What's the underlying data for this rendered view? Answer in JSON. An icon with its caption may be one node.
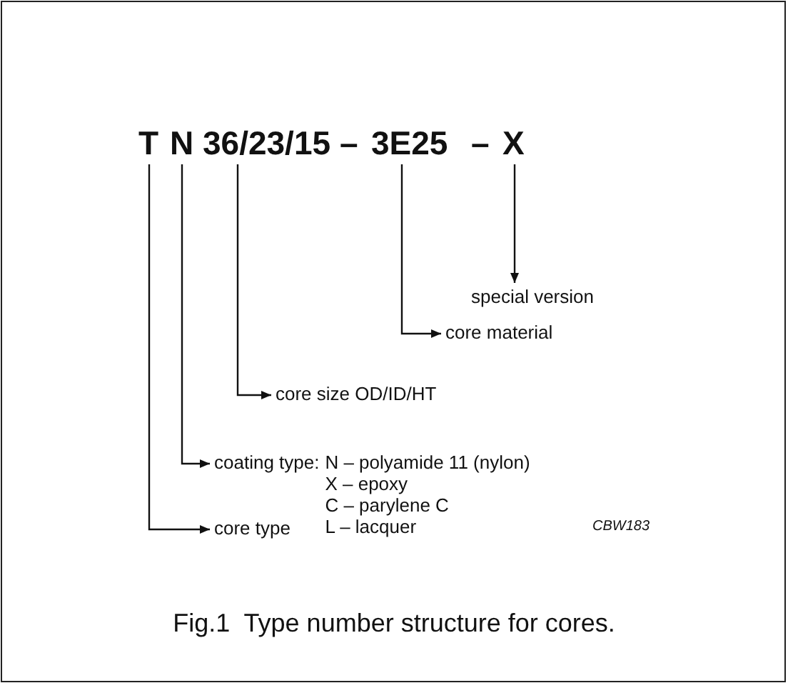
{
  "diagram": {
    "caption": "Fig.1  Type number structure for cores.",
    "nodes": [
      {
        "text": [
          "T"
        ]
      },
      {
        "text": [
          "N"
        ]
      },
      {
        "text": [
          "36/23/15"
        ]
      },
      {
        "text": [
          "3E25"
        ]
      },
      {
        "text": [
          "X"
        ]
      },
      {
        "text": [
          "special version"
        ]
      },
      {
        "text": [
          "core material"
        ]
      },
      {
        "text": [
          "core size OD/ID/HT"
        ]
      },
      {
        "text": [
          "coating type:",
          "N – polyamide 11 (nylon)",
          "X – epoxy",
          "C – parylene C",
          "L – lacquer"
        ]
      },
      {
        "text": [
          "core type"
        ]
      }
    ],
    "edges": [
      {
        "from": 4,
        "to": 5,
        "arrow": "to"
      },
      {
        "from": 3,
        "to": 6,
        "arrow": "to"
      },
      {
        "from": 2,
        "to": 7,
        "arrow": "to"
      },
      {
        "from": 1,
        "to": 8,
        "arrow": "to"
      },
      {
        "from": 0,
        "to": 9,
        "arrow": "to"
      }
    ],
    "labels": [
      "–",
      "–",
      "CBW183"
    ]
  }
}
